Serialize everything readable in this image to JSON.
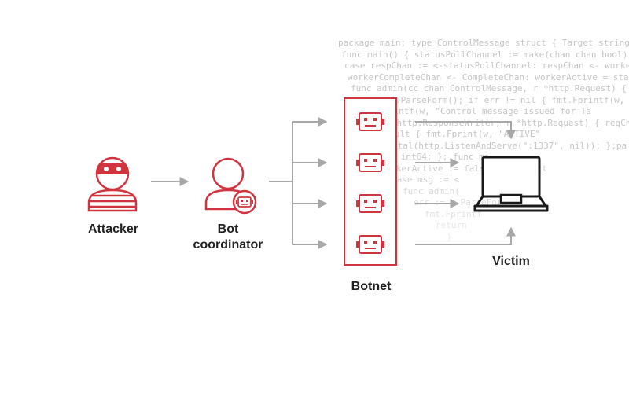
{
  "nodes": {
    "attacker": {
      "label": "Attacker"
    },
    "coordinator": {
      "label_line1": "Bot",
      "label_line2": "coordinator"
    },
    "botnet": {
      "label": "Botnet",
      "bot_count": 4
    },
    "victim": {
      "label": "Victim"
    }
  },
  "colors": {
    "accent": "#d0353f",
    "arrow": "#a8a8a8",
    "text": "#222222",
    "code": "#bfbfbf",
    "icon_dark": "#1a1a1a"
  },
  "background_code": [
    "package main; type ControlMessage struct { Target string; Co",
    "func main() { statusPollChannel := make(chan chan bool); w",
    "case respChan := <-statusPollChannel: respChan <- workerActive; case",
    "workerCompleteChan <- CompleteChan: workerActive = status;",
    "func admin(cc chan ControlMessage, r *http.Request) { hostTo",
    "err := r.ParseForm(); if err != nil { fmt.Fprintf(w,",
    "fmt.Fprintf(w, \"Control message issued for Ta",
    "func(w http.ResponseWriter, r *http.Request) { reqChan",
    "if result { fmt.Fprint(w, \"ACTIVE\"",
    "log.Fatal(http.ListenAndServe(\":1337\", nil)); };pa",
    "Count int64; }; func ma",
    "workerActive := false; workerAct",
    "case msg := <",
    "func admin(",
    "err := r.ParseForm",
    "fmt.Fprintf",
    "return",
    "}"
  ]
}
